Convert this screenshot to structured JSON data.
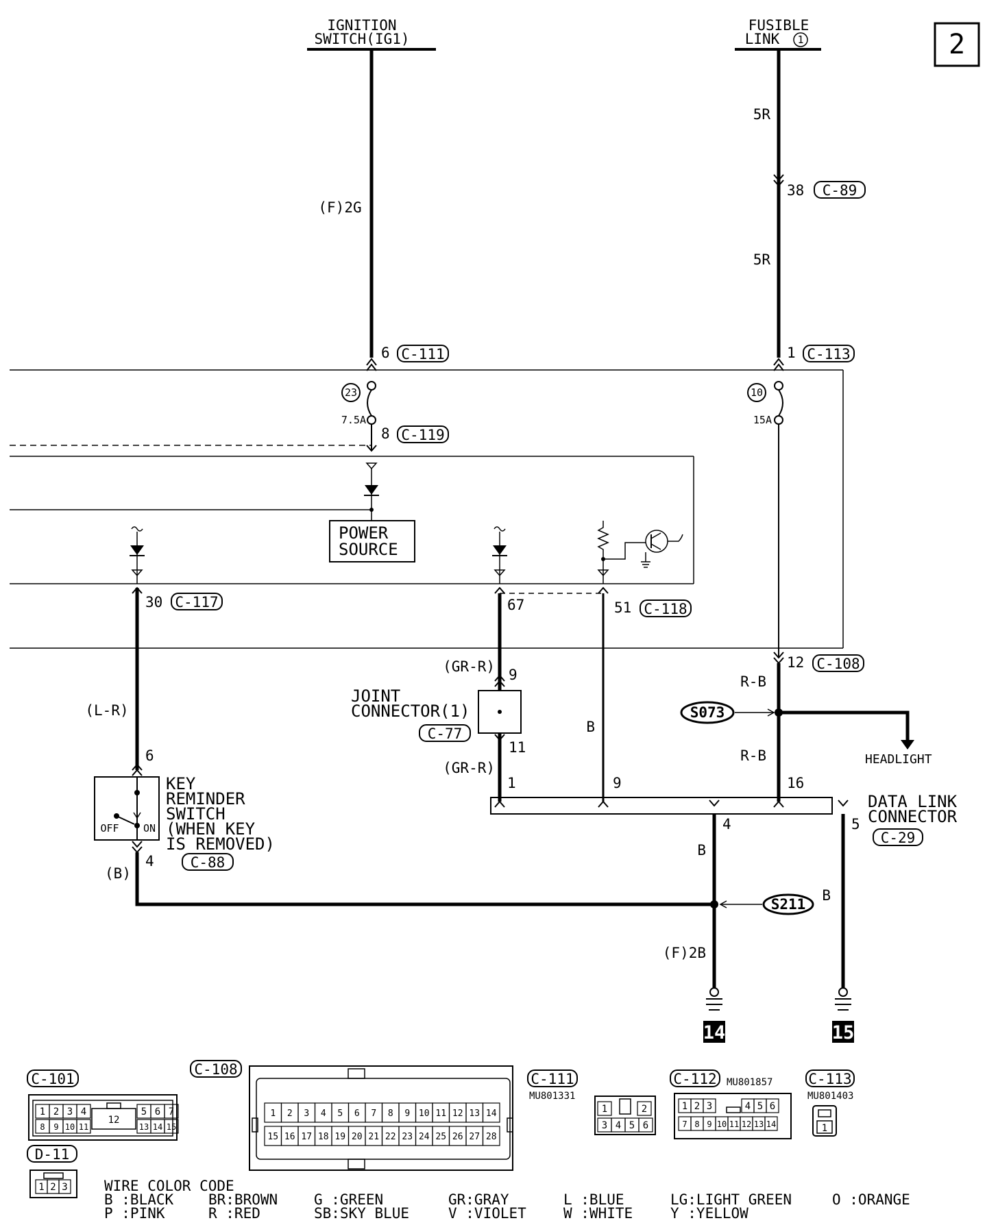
{
  "page_number": "2",
  "sources": {
    "ignition": [
      "IGNITION",
      "SWITCH(IG1)"
    ],
    "fusible": [
      "FUSIBLE",
      "LINK"
    ],
    "fusible_num": "1"
  },
  "wire_labels": {
    "ig_top": "(F)2G",
    "fl_top": "5R",
    "fl_mid": "5R",
    "left_lr": "(L-R)",
    "left_b": "(B)",
    "gr_r_1": "(GR-R)",
    "gr_r_2": "(GR-R)",
    "b_51": "B",
    "rb_1": "R-B",
    "rb_2": "R-B",
    "b_4": "B",
    "f2b": "(F)2B",
    "b_5": "B"
  },
  "pins": {
    "p38": "38",
    "p6_c111": "6",
    "p8_c119": "8",
    "p1_c113": "1",
    "p30": "30",
    "p67": "67",
    "p51": "51",
    "p12": "12",
    "p9_joint": "9",
    "p11_joint": "11",
    "p1_dlc": "1",
    "p9_dlc": "9",
    "p16_dlc": "16",
    "p4_dlc": "4",
    "p5_dlc": "5",
    "p6_key": "6",
    "p4_key": "4"
  },
  "connectors": {
    "c89": "C-89",
    "c111": "C-111",
    "c113": "C-113",
    "c119": "C-119",
    "c117": "C-117",
    "c118": "C-118",
    "c108": "C-108",
    "c77": "C-77",
    "c29": "C-29",
    "c88": "C-88"
  },
  "fuses": {
    "f23_num": "23",
    "f23_amp": "7.5A",
    "f10_num": "10",
    "f10_amp": "15A"
  },
  "power_source": [
    "POWER",
    "SOURCE"
  ],
  "joint_connector": [
    "JOINT",
    "CONNECTOR(1)"
  ],
  "key_switch": {
    "label": [
      "KEY",
      "REMINDER",
      "SWITCH",
      "(WHEN KEY",
      "IS REMOVED)"
    ],
    "off": "OFF",
    "on": "ON"
  },
  "splices": {
    "s073": "S073",
    "s211": "S211"
  },
  "headlight": "HEADLIGHT",
  "dlc_label": [
    "DATA LINK",
    "CONNECTOR"
  ],
  "grounds": {
    "g14": "14",
    "g15": "15"
  },
  "connector_views": {
    "c101": {
      "label": "C-101",
      "row1": [
        "1",
        "2",
        "3",
        "4",
        "5",
        "6",
        "7"
      ],
      "row2": [
        "8",
        "9",
        "10",
        "11",
        "13",
        "14",
        "15"
      ],
      "center": "12"
    },
    "c108": {
      "label": "C-108",
      "row1": [
        "1",
        "2",
        "3",
        "4",
        "5",
        "6",
        "7",
        "8",
        "9",
        "10",
        "11",
        "12",
        "13",
        "14"
      ],
      "row2": [
        "15",
        "16",
        "17",
        "18",
        "19",
        "20",
        "21",
        "22",
        "23",
        "24",
        "25",
        "26",
        "27",
        "28"
      ]
    },
    "c111": {
      "label": "C-111",
      "part": "MU801331",
      "pins": [
        "1",
        "2",
        "3",
        "4",
        "5",
        "6"
      ]
    },
    "c112": {
      "label": "C-112",
      "part": "MU801857",
      "row1": [
        "1",
        "2",
        "3",
        "4",
        "5",
        "6"
      ],
      "row2": [
        "7",
        "8",
        "9",
        "10",
        "11",
        "12",
        "13",
        "14"
      ]
    },
    "c113": {
      "label": "C-113",
      "part": "MU801403",
      "pins": [
        "1"
      ]
    },
    "d11": {
      "label": "D-11",
      "pins": [
        "1",
        "2",
        "3"
      ]
    }
  },
  "wire_color_code": {
    "title": "WIRE COLOR CODE",
    "row1": [
      "B :BLACK",
      "BR:BROWN",
      "G :GREEN",
      "GR:GRAY",
      "L :BLUE",
      "LG:LIGHT GREEN",
      "O :ORANGE"
    ],
    "row2": [
      "P :PINK",
      "R :RED",
      "SB:SKY BLUE",
      "V :VIOLET",
      "W :WHITE",
      "Y :YELLOW"
    ]
  }
}
